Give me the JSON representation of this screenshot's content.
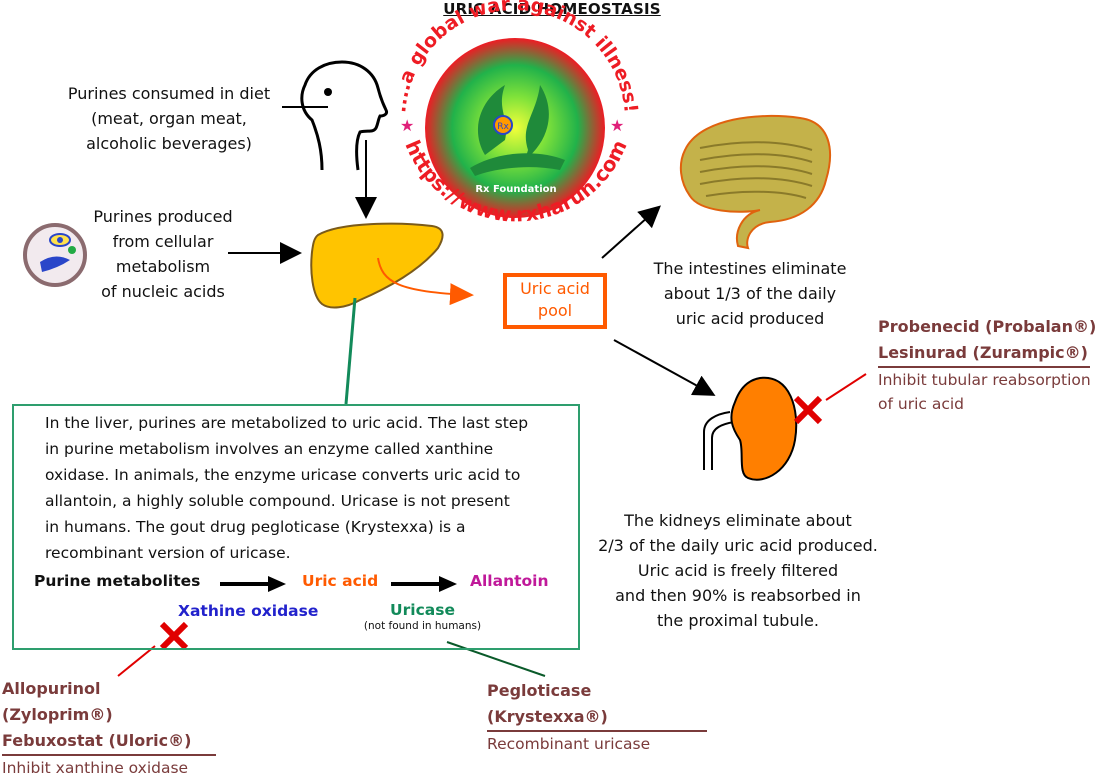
{
  "title": "URIC ACID HOMEOSTASIS",
  "diet": {
    "line1": "Purines consumed in diet",
    "line2": "(meat, organ meat,",
    "line3": "alcoholic beverages)"
  },
  "cellular": {
    "line1": "Purines produced",
    "line2": "from cellular",
    "line3": "metabolism",
    "line4": "of nucleic acids"
  },
  "pool": {
    "line1": "Uric acid",
    "line2": "pool"
  },
  "intestine": {
    "line1": "The intestines eliminate",
    "line2": "about 1/3 of the daily",
    "line3": "uric acid produced"
  },
  "kidney": {
    "line1": "The kidneys eliminate about",
    "line2": "2/3 of the daily uric acid produced.",
    "line3": "Uric acid is freely filtered",
    "line4": "and then 90% is reabsorbed in",
    "line5": "the proximal tubule."
  },
  "liver_box": {
    "l1": "In the liver, purines are metabolized to uric acid. The last step",
    "l2": "in purine metabolism involves an enzyme called xanthine",
    "l3": "oxidase. In animals, the enzyme uricase converts uric acid to",
    "l4": "allantoin, a highly soluble compound. Uricase is not present",
    "l5": "in humans. The gout drug pegloticase (Krystexxa) is a",
    "l6": "recombinant version of uricase.",
    "pathway": {
      "purine": "Purine metabolites",
      "uric": "Uric acid",
      "allantoin": "Allantoin",
      "xo": "Xathine oxidase",
      "uricase": "Uricase",
      "uricase_note": "(not found in humans)"
    }
  },
  "drugs_left": {
    "d1": "Allopurinol (Zyloprim®)",
    "d2": "Febuxostat (Uloric®)",
    "sub": "Inhibit xanthine oxidase"
  },
  "drugs_bottom": {
    "d1": "Pegloticase (Krystexxa®)",
    "sub": "Recombinant uricase"
  },
  "drugs_right": {
    "d1": "Probenecid (Probalan®)",
    "d2": "Lesinurad (Zurampic®)",
    "sub1": "Inhibit tubular reabsorption",
    "sub2": "of uric acid"
  },
  "logo": {
    "arc": "....a global war against illness!",
    "url": "https://www.rxharun.com",
    "name": "Rx Foundation",
    "mark": "Rx"
  },
  "colors": {
    "accent_orange": "#ff5a00",
    "liver": "#ffc400",
    "kidney": "#ff7f00",
    "intestine": "#c4b24a",
    "box_border": "#2e9e6e",
    "drug_text": "#7a3b3b",
    "xo_blue": "#2222cc",
    "uricase_green": "#128a5a",
    "allantoin_magenta": "#c0199a"
  }
}
